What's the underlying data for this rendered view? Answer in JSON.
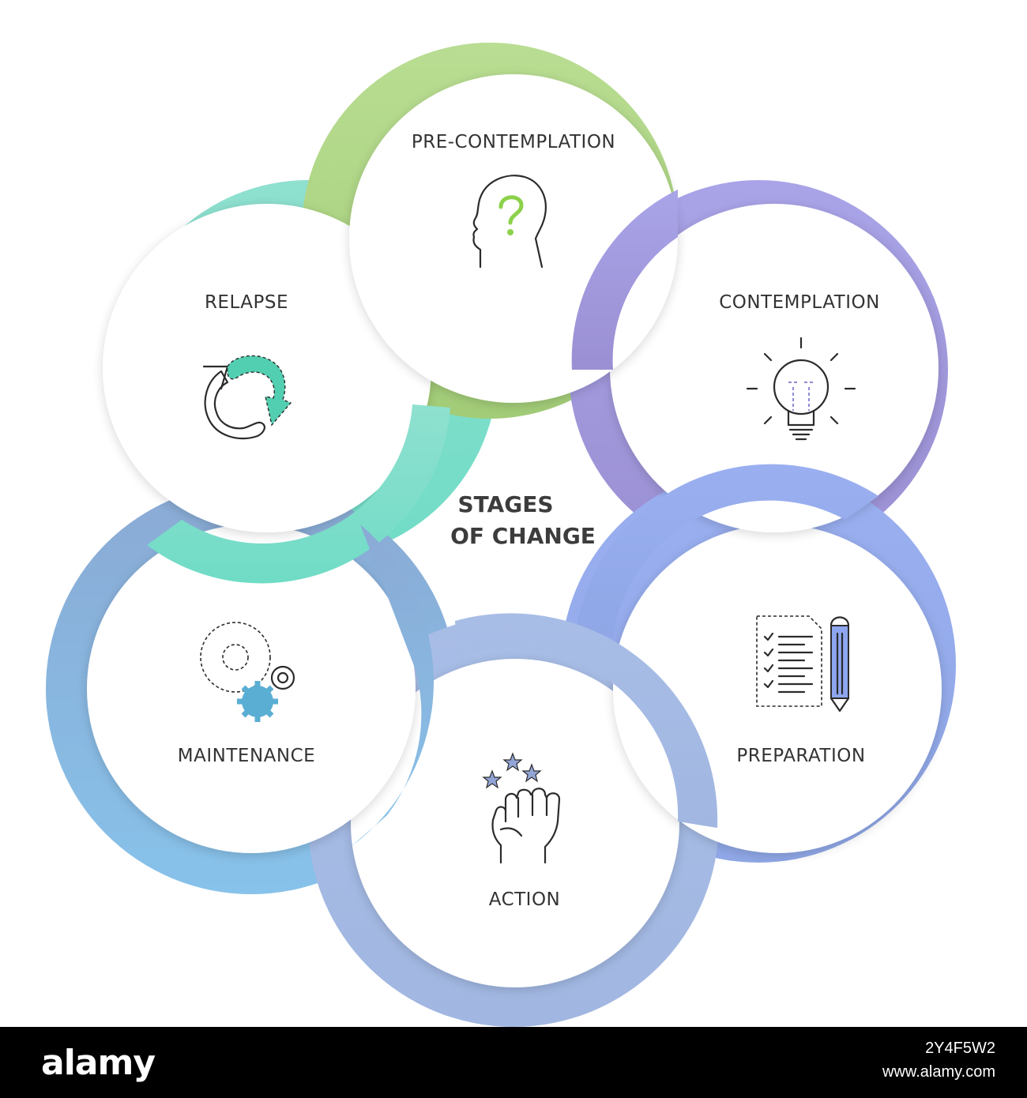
{
  "center": {
    "line1": "STAGES",
    "line2": "OF CHANGE"
  },
  "stages": [
    {
      "label": "PRE-CONTEMPLATION",
      "icon": "head-question-icon",
      "color": "#a8d27f"
    },
    {
      "label": "CONTEMPLATION",
      "icon": "lightbulb-icon",
      "color": "#a29bdd"
    },
    {
      "label": "PREPARATION",
      "icon": "checklist-pencil-icon",
      "color": "#97aeea"
    },
    {
      "label": "ACTION",
      "icon": "raised-fist-stars-icon",
      "color": "#a4bce4"
    },
    {
      "label": "MAINTENANCE",
      "icon": "gears-icon",
      "color": "#80b8dc"
    },
    {
      "label": "RELAPSE",
      "icon": "cycle-arrows-icon",
      "color": "#79dcc8"
    }
  ],
  "footer": {
    "brand": "alamy",
    "image_id": "2Y4F5W2",
    "site": "www.alamy.com"
  }
}
